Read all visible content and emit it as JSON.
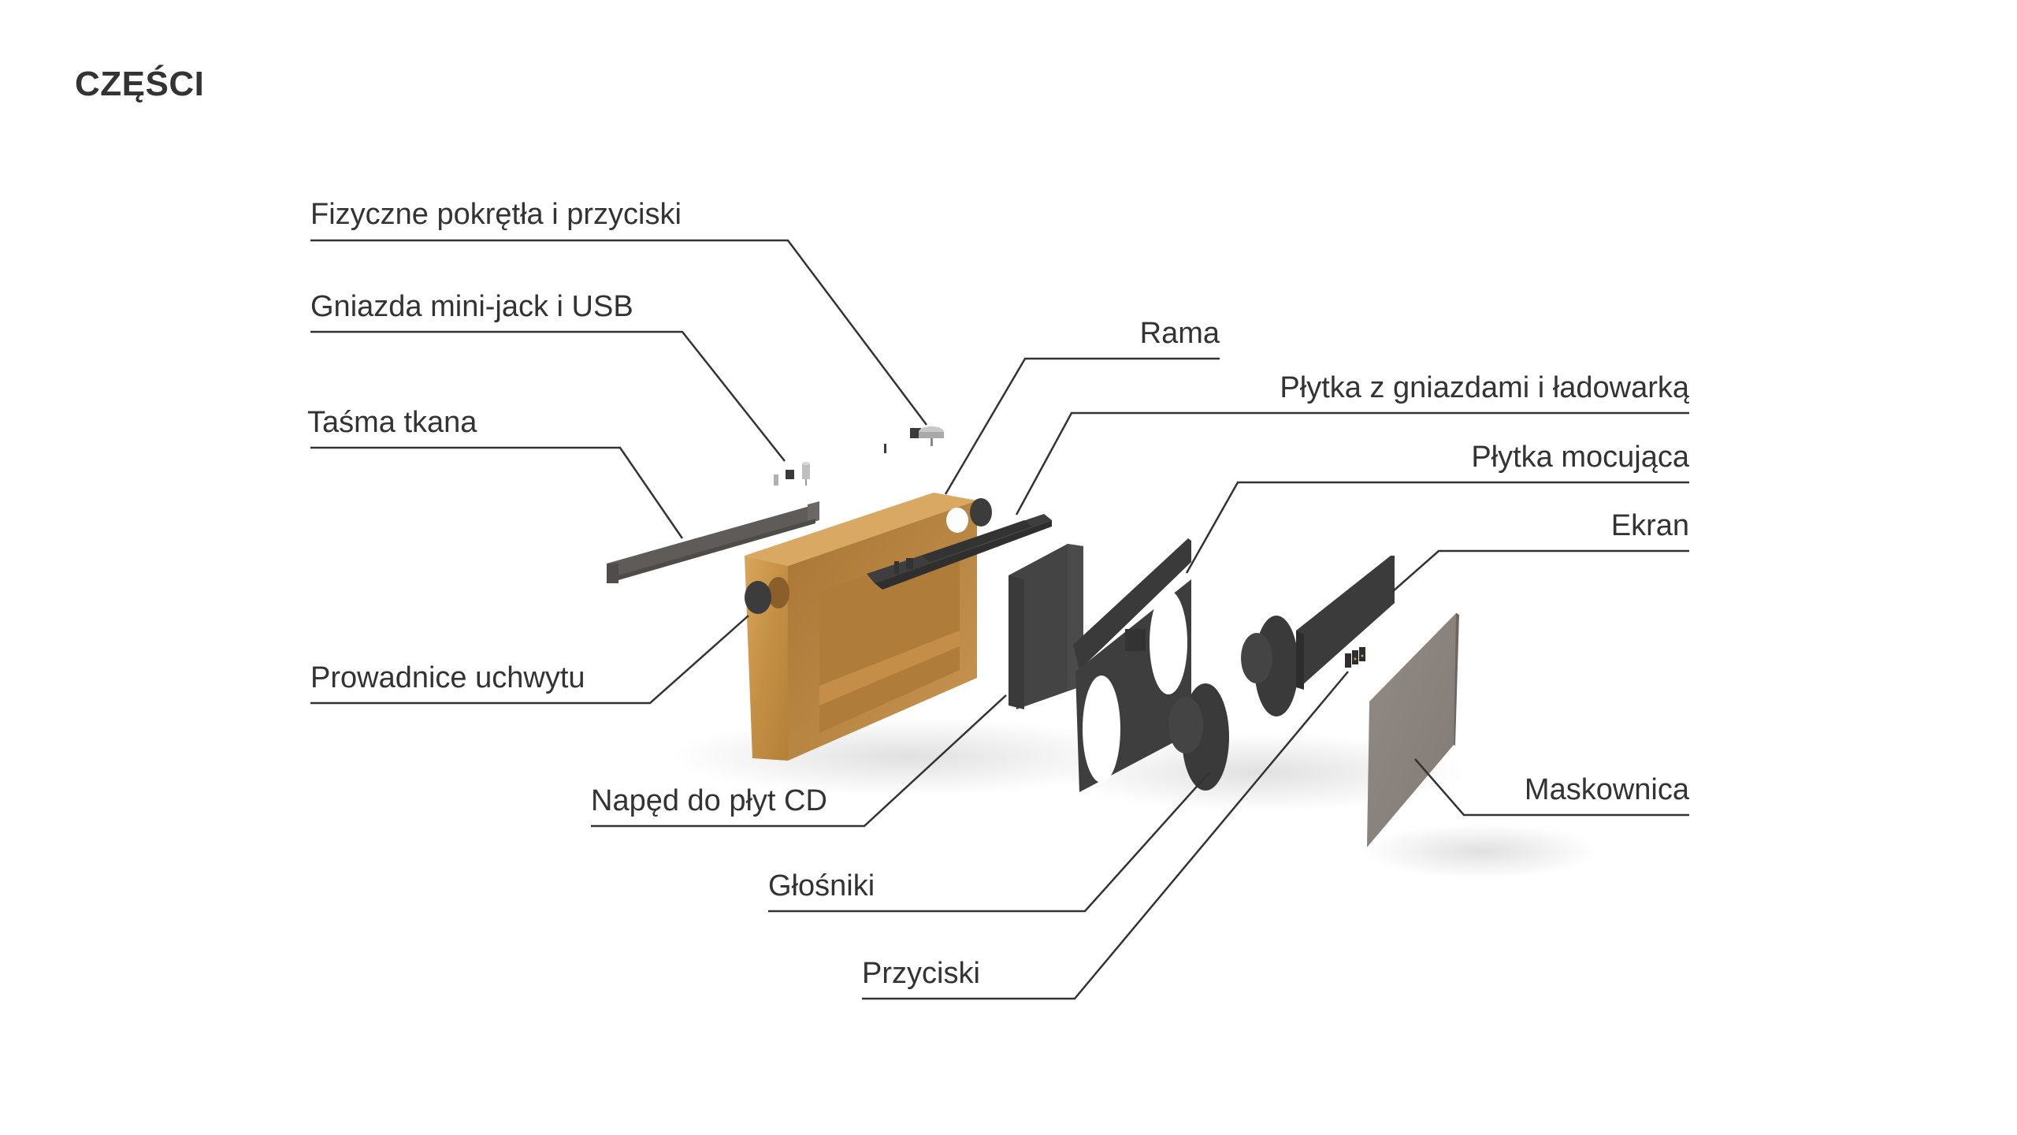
{
  "title": "CZĘŚCI",
  "colors": {
    "text": "#333333",
    "leader_line": "#333333",
    "wood": "#c9964f",
    "wood_dark": "#a8773a",
    "part_dark": "#3d3d3d",
    "part_mid": "#4a4a4a",
    "fabric_strap": "#5a5856",
    "grille": "#8d8680",
    "metal": "#b8b8b8",
    "background": "#ffffff"
  },
  "labels": {
    "knobs": "Fizyczne pokrętła i przyciski",
    "sockets": "Gniazda mini-jack i USB",
    "strap": "Taśma tkana",
    "handle_guides": "Prowadnice uchwytu",
    "cd_drive": "Napęd do płyt CD",
    "speakers": "Głośniki",
    "buttons": "Przyciski",
    "frame": "Rama",
    "socket_board": "Płytka z gniazdami i ładowarką",
    "mounting_plate": "Płytka mocująca",
    "screen": "Ekran",
    "grille": "Maskownica"
  }
}
